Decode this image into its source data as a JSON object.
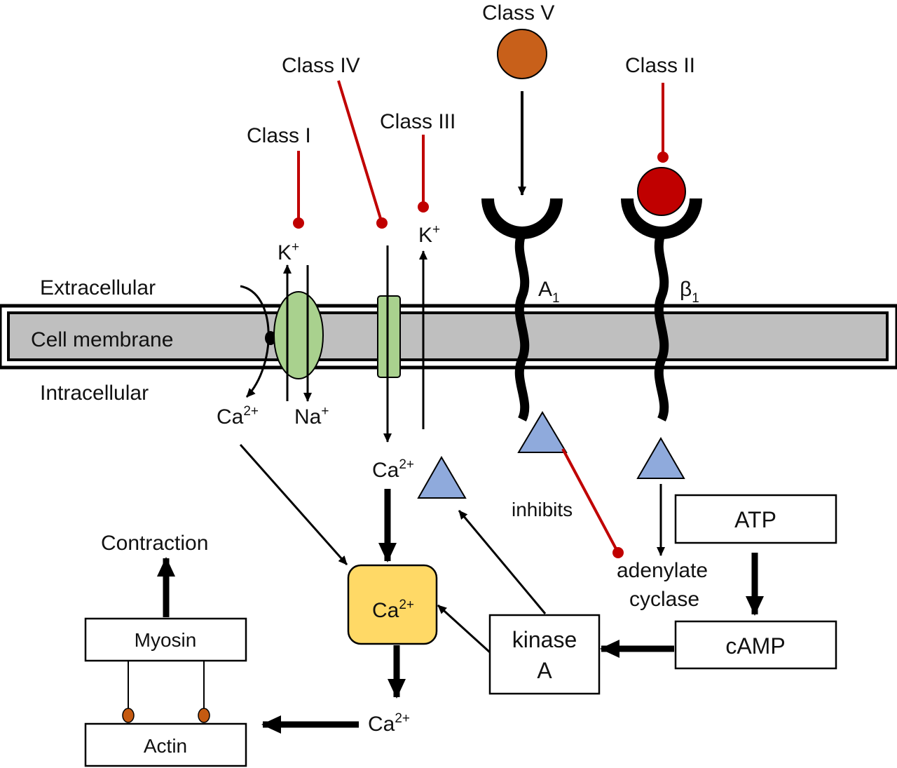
{
  "regions": {
    "extracellular": "Extracellular",
    "membrane": "Cell membrane",
    "intracellular": "Intracellular"
  },
  "drug_classes": {
    "class_1": "Class I",
    "class_2": "Class II",
    "class_3": "Class III",
    "class_4": "Class IV",
    "class_5": "Class V"
  },
  "receptors": {
    "adenosine": {
      "base": "A",
      "sub": "1"
    },
    "beta": {
      "base": "β",
      "sub": "1"
    }
  },
  "ions": {
    "k_left": {
      "base": "K",
      "sup": "+"
    },
    "k_right": {
      "base": "K",
      "sup": "+"
    },
    "na": {
      "base": "Na",
      "sup": "+"
    },
    "ca_left": {
      "base": "Ca",
      "sup": "2+"
    },
    "ca_channel": {
      "base": "Ca",
      "sup": "2+"
    },
    "ca_box": {
      "base": "Ca",
      "sup": "2+"
    },
    "ca_bottom": {
      "base": "Ca",
      "sup": "2+"
    }
  },
  "labels": {
    "inhibits": "inhibits",
    "adenylate": "adenylate",
    "cyclase": "cyclase",
    "contraction": "Contraction"
  },
  "boxes": {
    "atp": "ATP",
    "camp": "cAMP",
    "kinase_line1": "kinase",
    "kinase_line2": "A",
    "myosin": "Myosin",
    "actin": "Actin"
  },
  "colors": {
    "inhibition": "#c00000",
    "class_v_ligand": "#c8601a",
    "class_ii_ligand": "#c00000",
    "channel": "#a9d18e",
    "g_protein": "#8faadc",
    "calcium_store": "#ffd966",
    "membrane": "#bfbfbf",
    "crossbridge": "#c55a11"
  }
}
